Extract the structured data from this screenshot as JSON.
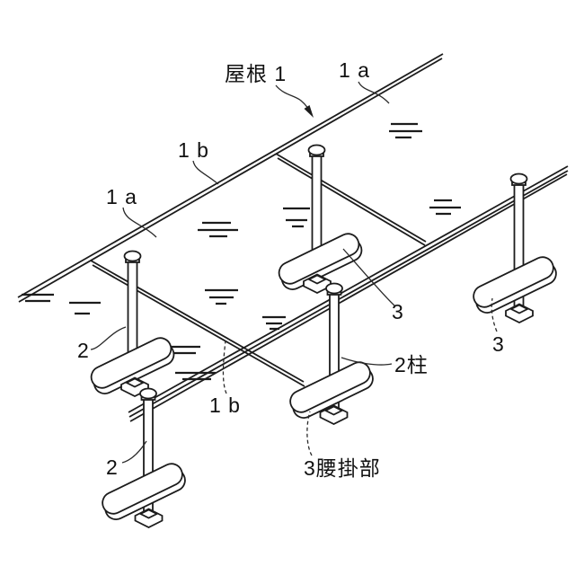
{
  "colors": {
    "background": "#ffffff",
    "ink": "#1c1c1c"
  },
  "labels": {
    "roof": "屋根 1",
    "bar_1a_upper": "1 a",
    "bar_1a_left": "1 a",
    "bar_1b_upper": "1 b",
    "bar_1b_lower": "1 b",
    "pillar_2_left": "2",
    "pillar_2_lower": "2",
    "pillar_2_center": "2柱",
    "seat_3_center": "3",
    "seat_3_right": "3",
    "seat_3_lower": "3腰掛部"
  }
}
